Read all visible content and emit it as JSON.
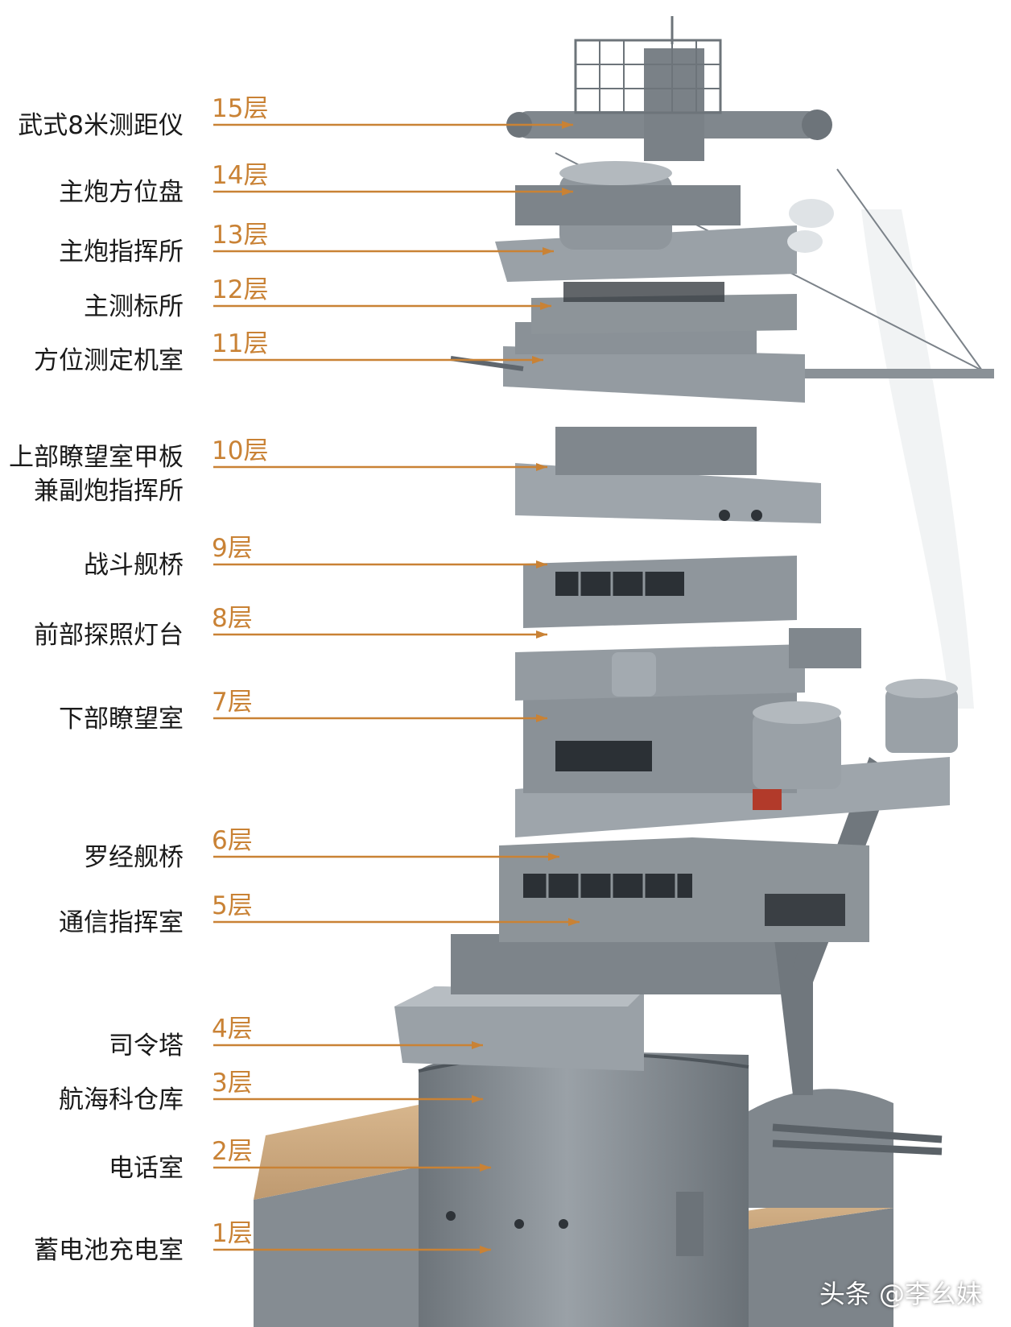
{
  "colors": {
    "hull": "#8f969d",
    "hull_dark": "#5f666d",
    "hull_light": "#b5bbc0",
    "deck": "#c9a57d",
    "leader": "#c98235",
    "text": "#1a1a1a"
  },
  "labels": [
    {
      "floor": "15层",
      "name_lines": [
        "武式8米测距仪"
      ]
    },
    {
      "floor": "14层",
      "name_lines": [
        "主炮方位盘"
      ]
    },
    {
      "floor": "13层",
      "name_lines": [
        "主炮指挥所"
      ]
    },
    {
      "floor": "12层",
      "name_lines": [
        "主测标所"
      ]
    },
    {
      "floor": "11层",
      "name_lines": [
        "方位测定机室"
      ]
    },
    {
      "floor": "10层",
      "name_lines": [
        "上部瞭望室甲板",
        "兼副炮指挥所"
      ]
    },
    {
      "floor": "9层",
      "name_lines": [
        "战斗舰桥"
      ]
    },
    {
      "floor": "8层",
      "name_lines": [
        "前部探照灯台"
      ]
    },
    {
      "floor": "7层",
      "name_lines": [
        "下部瞭望室"
      ]
    },
    {
      "floor": "6层",
      "name_lines": [
        "罗经舰桥"
      ]
    },
    {
      "floor": "5层",
      "name_lines": [
        "通信指挥室"
      ]
    },
    {
      "floor": "4层",
      "name_lines": [
        "司令塔"
      ]
    },
    {
      "floor": "3层",
      "name_lines": [
        "航海科仓库"
      ]
    },
    {
      "floor": "2层",
      "name_lines": [
        "电话室"
      ]
    },
    {
      "floor": "1层",
      "name_lines": [
        "蓄电池充电室"
      ]
    }
  ],
  "watermark": "头条 @李幺妹"
}
